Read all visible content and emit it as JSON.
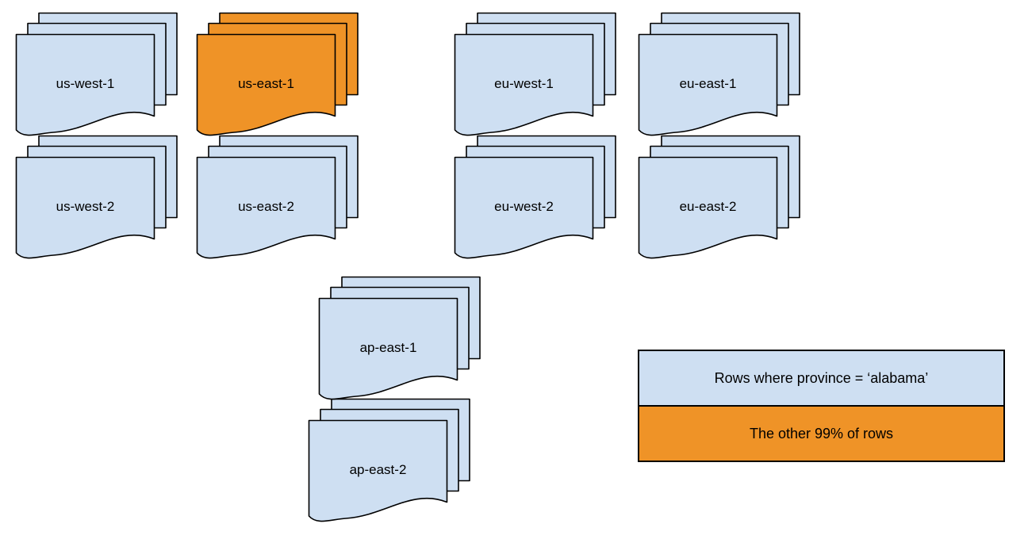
{
  "colors": {
    "page-blue": "#cedff2",
    "page-orange": "#ef9327",
    "stroke": "#000000",
    "background": "#ffffff",
    "text": "#000000"
  },
  "stacks": [
    {
      "id": "us-west-1",
      "label": "us-west-1",
      "variant": "blue"
    },
    {
      "id": "us-east-1",
      "label": "us-east-1",
      "variant": "orange"
    },
    {
      "id": "eu-west-1",
      "label": "eu-west-1",
      "variant": "blue"
    },
    {
      "id": "eu-east-1",
      "label": "eu-east-1",
      "variant": "blue"
    },
    {
      "id": "us-west-2",
      "label": "us-west-2",
      "variant": "blue"
    },
    {
      "id": "us-east-2",
      "label": "us-east-2",
      "variant": "blue"
    },
    {
      "id": "eu-west-2",
      "label": "eu-west-2",
      "variant": "blue"
    },
    {
      "id": "eu-east-2",
      "label": "eu-east-2",
      "variant": "blue"
    },
    {
      "id": "ap-east-1",
      "label": "ap-east-1",
      "variant": "blue"
    },
    {
      "id": "ap-east-2",
      "label": "ap-east-2",
      "variant": "blue"
    }
  ],
  "legend": {
    "items": [
      {
        "label": "Rows where province = ‘alabama’",
        "variant": "blue"
      },
      {
        "label": "The other 99% of rows",
        "variant": "orange"
      }
    ]
  }
}
